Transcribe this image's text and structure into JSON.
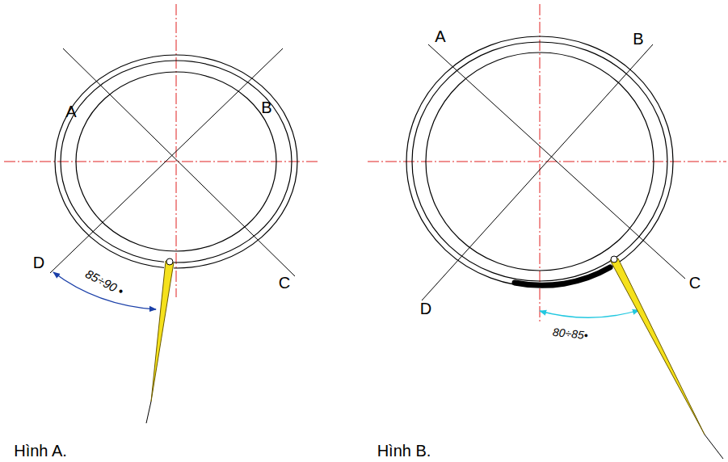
{
  "diagram": {
    "labels": [
      "A",
      "B",
      "D",
      "C",
      "85÷90 •",
      "Hình A.",
      "A",
      "B",
      "D",
      "C",
      "80÷85•",
      "Hình B."
    ]
  }
}
